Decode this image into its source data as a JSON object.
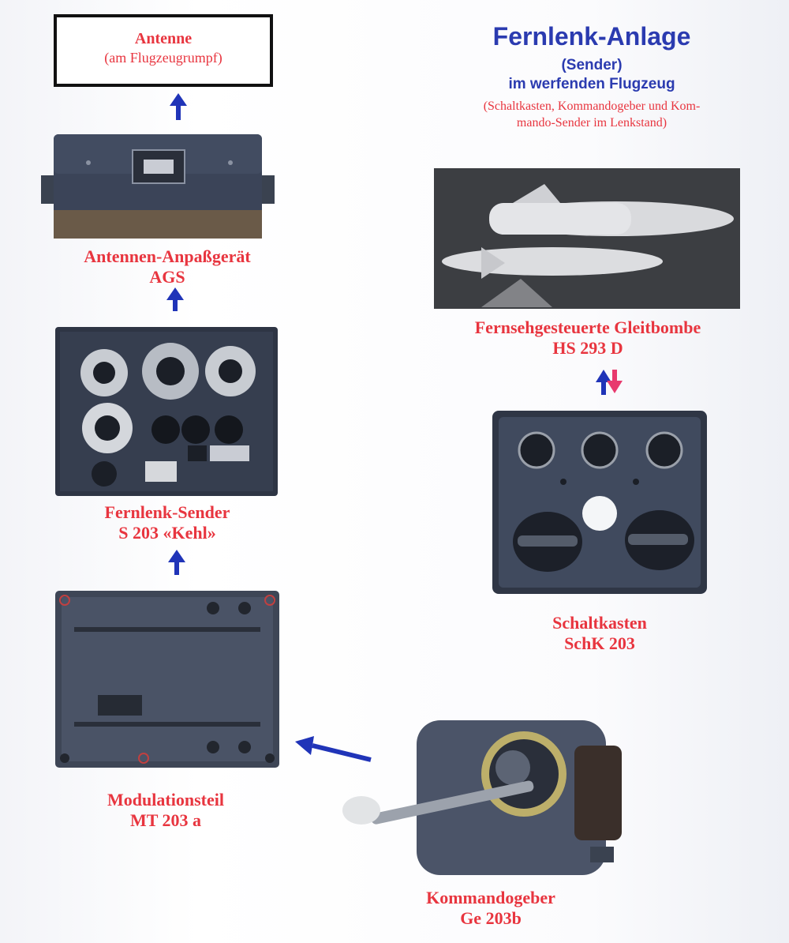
{
  "antenna": {
    "name": "Antenne",
    "location": "(am Flugzeugrumpf)"
  },
  "title": {
    "main": "Fernlenk-Anlage",
    "sub1": "(Sender)",
    "sub2": "im werfenden Flugzeug",
    "note_line1": "(Schaltkasten, Kommandogeber und Kom-",
    "note_line2": "mando-Sender im Lenkstand)"
  },
  "devices": {
    "ags": {
      "name": "Antennen-Anpaßgerät",
      "code": "AGS"
    },
    "sender": {
      "name": "Fernlenk-Sender",
      "code": "S 203 «Kehl»"
    },
    "mt": {
      "name": "Modulationsteil",
      "code": "MT 203 a"
    },
    "bomb": {
      "name": "Fernsehgesteuerte Gleitbombe",
      "code": "HS 293 D"
    },
    "schalt": {
      "name": "Schaltkasten",
      "code": "SchK 203"
    },
    "geber": {
      "name": "Kommandogeber",
      "code": "Ge 203b"
    }
  },
  "colors": {
    "caption": "#e8353f",
    "title": "#2b3bb0",
    "arrow_blue": "#2034b8",
    "arrow_pink": "#e83a6e"
  }
}
